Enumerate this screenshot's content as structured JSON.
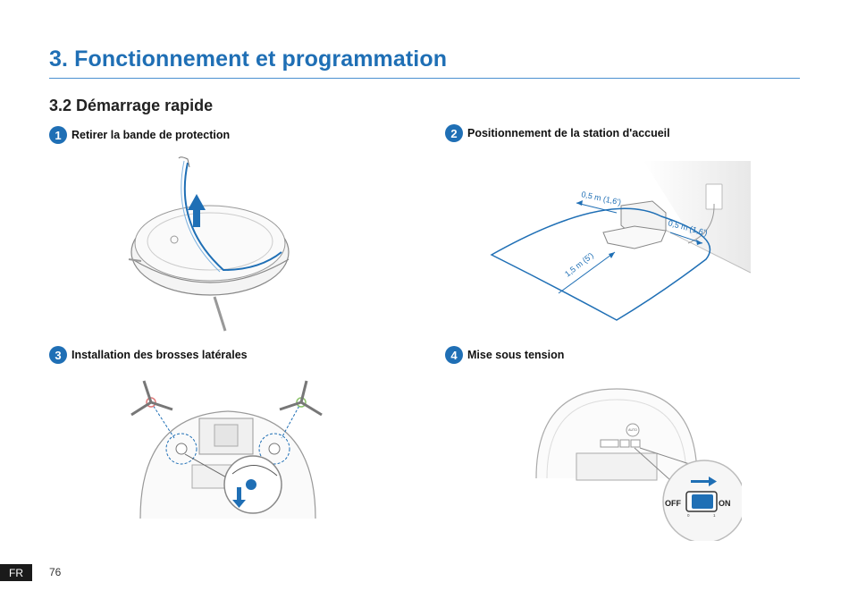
{
  "header": {
    "chapter_title": "3. Fonctionnement et programmation",
    "section_title": "3.2 Démarrage rapide"
  },
  "steps": [
    {
      "number": "1",
      "label": "Retirer la bande de protection"
    },
    {
      "number": "2",
      "label": "Positionnement de la station d'accueil"
    },
    {
      "number": "3",
      "label": "Installation des brosses latérales"
    },
    {
      "number": "4",
      "label": "Mise sous tension"
    }
  ],
  "dock_diagram": {
    "side_left": "0,5 m (1,6')",
    "side_right": "0,5 m (1,6')",
    "front": "1,5 m (5')"
  },
  "power_switch": {
    "off_label": "OFF",
    "on_label": "ON",
    "off_mark": "0",
    "on_mark": "1",
    "small_label": "AUTO"
  },
  "footer": {
    "language": "FR",
    "page": "76"
  },
  "colors": {
    "accent": "#1f6fb5"
  }
}
